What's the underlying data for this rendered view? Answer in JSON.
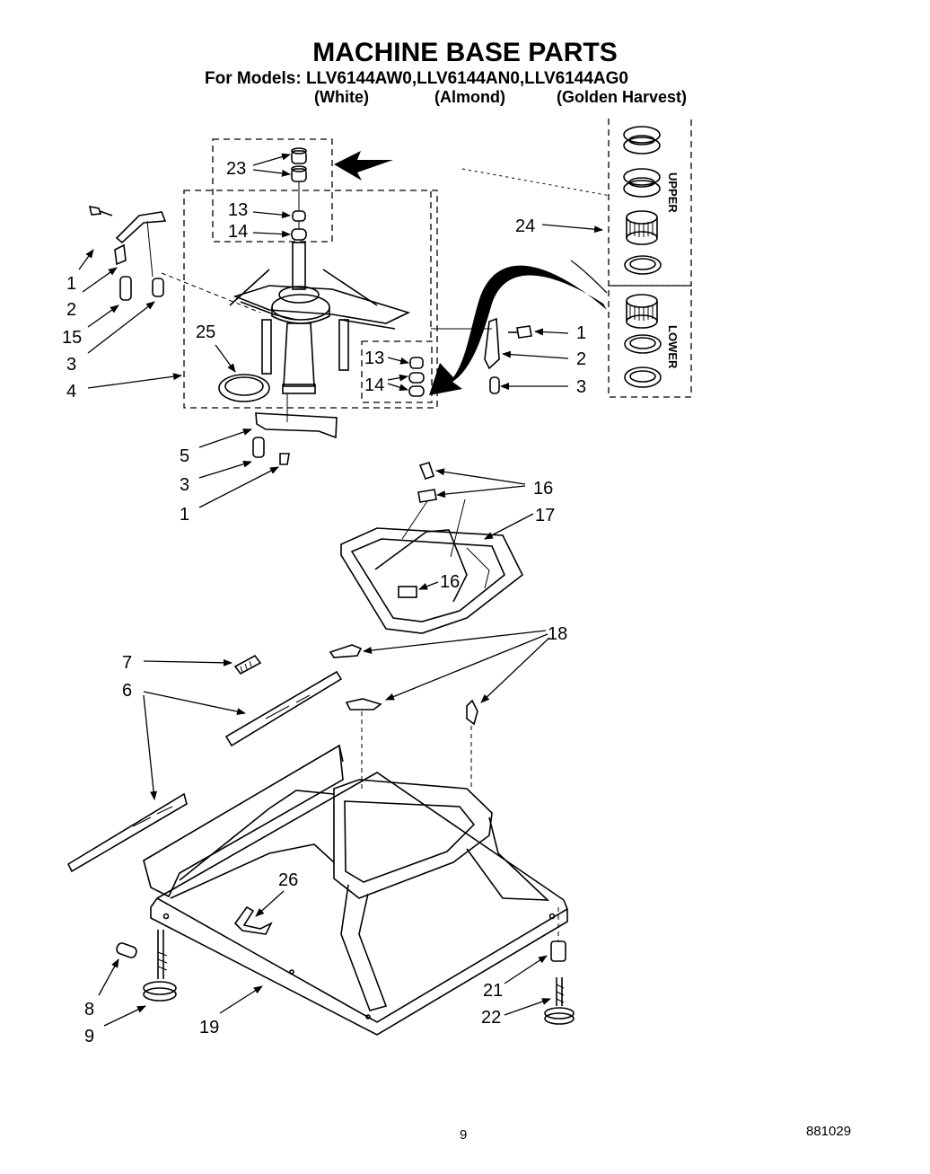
{
  "header": {
    "title": "MACHINE BASE PARTS",
    "models_line": "For Models: LLV6144AW0,LLV6144AN0,LLV6144AG0",
    "variants": [
      "(White)",
      "(Almond)",
      "(Golden Harvest)"
    ]
  },
  "seal_kit": {
    "upper_label": "UPPER",
    "lower_label": "LOWER"
  },
  "callouts": {
    "c23": "23",
    "c13a": "13",
    "c14a": "14",
    "c1a": "1",
    "c2a": "2",
    "c15": "15",
    "c3a": "3",
    "c4": "4",
    "c25": "25",
    "c24": "24",
    "c1b": "1",
    "c2b": "2",
    "c3b": "3",
    "c13b": "13",
    "c14b": "14",
    "c5": "5",
    "c3c": "3",
    "c1c": "1",
    "c16a": "16",
    "c17": "17",
    "c16b": "16",
    "c18": "18",
    "c7": "7",
    "c6": "6",
    "c26": "26",
    "c8": "8",
    "c9": "9",
    "c19": "19",
    "c21": "21",
    "c22": "22"
  },
  "footer": {
    "page_number": "9",
    "doc_code": "881029"
  }
}
